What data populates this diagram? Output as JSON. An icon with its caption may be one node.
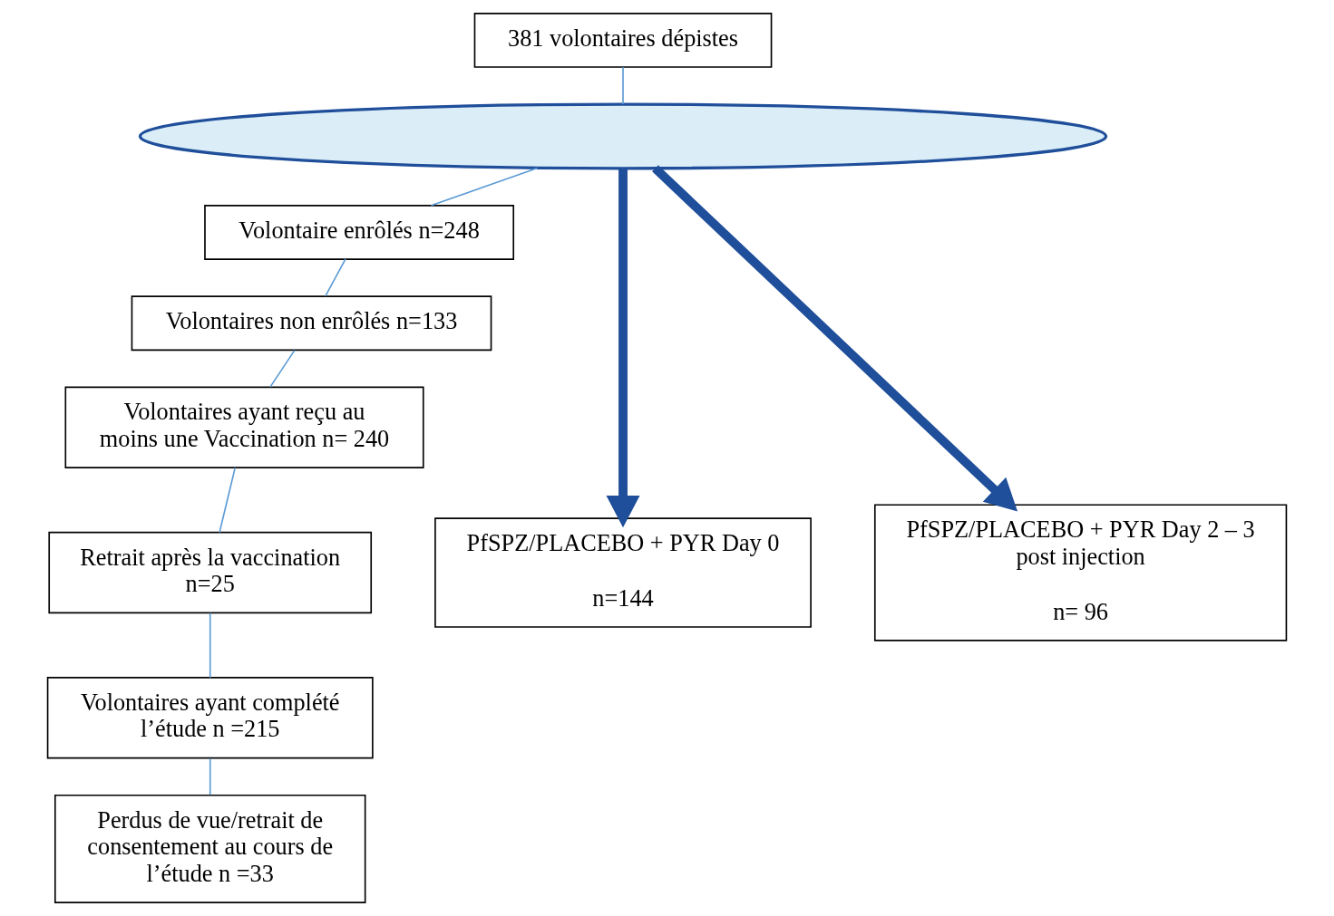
{
  "diagram": {
    "nodes": [
      {
        "text": [
          "381 volontaires dépistes"
        ]
      },
      {
        "text": [],
        "shape": "ellipse"
      },
      {
        "text": [
          "Volontaire enrôlés n=248"
        ]
      },
      {
        "text": [
          "Volontaires non enrôlés n=133"
        ]
      },
      {
        "text": [
          "Volontaires ayant reçu au moins une Vaccination n= 240"
        ]
      },
      {
        "text": [
          "Retrait après la vaccination n=25"
        ]
      },
      {
        "text": [
          "Volontaires ayant complété l’étude n =215"
        ]
      },
      {
        "text": [
          "Perdus de vue/retrait de consentement au cours de l’étude n =33"
        ]
      },
      {
        "text": [
          "PfSPZ/PLACEBO + PYR Day 0",
          "n=144"
        ]
      },
      {
        "text": [
          "PfSPZ/PLACEBO + PYR Day 2 – 3 post injection",
          "n= 96"
        ]
      }
    ],
    "edges": [
      {
        "from": 0,
        "to": 1,
        "arrow": "none"
      },
      {
        "from": 1,
        "to": 2,
        "arrow": "none"
      },
      {
        "from": 2,
        "to": 3,
        "arrow": "none"
      },
      {
        "from": 3,
        "to": 4,
        "arrow": "none"
      },
      {
        "from": 4,
        "to": 5,
        "arrow": "none"
      },
      {
        "from": 5,
        "to": 6,
        "arrow": "none"
      },
      {
        "from": 6,
        "to": 7,
        "arrow": "none"
      },
      {
        "from": 1,
        "to": 8,
        "arrow": "to",
        "style": "thick",
        "color": "#1f4e9a"
      },
      {
        "from": 1,
        "to": 9,
        "arrow": "to",
        "style": "thick",
        "color": "#1f4e9a"
      }
    ]
  }
}
